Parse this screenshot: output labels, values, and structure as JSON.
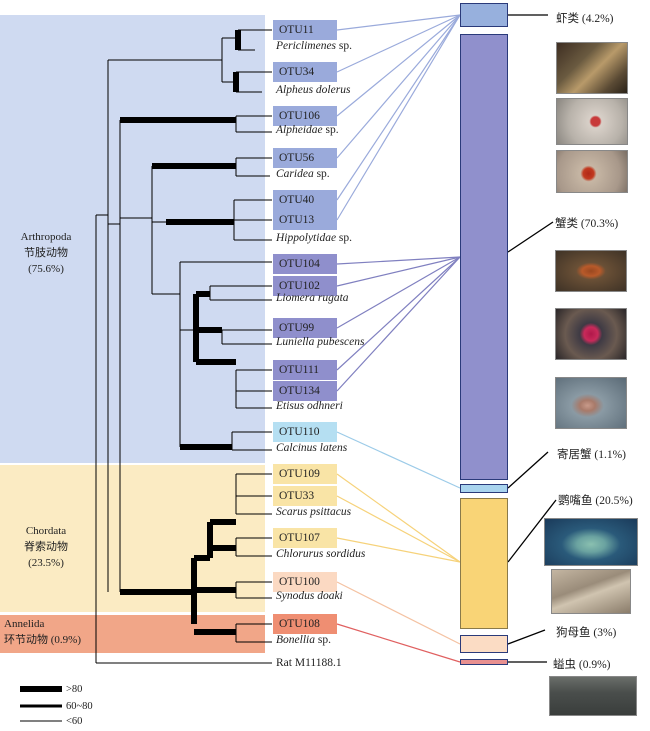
{
  "phyla": [
    {
      "name": "Arthropoda",
      "cn": "节肢动物",
      "pct": "(75.6%)",
      "color": "#cfdaf1"
    },
    {
      "name": "Chordata",
      "cn": "脊索动物",
      "pct": "(23.5%)",
      "color": "#fbebc3"
    },
    {
      "name": "Annelida",
      "cn": "环节动物 (0.9%)",
      "color": "#f1a688"
    }
  ],
  "otus": [
    {
      "id": "OTU11",
      "species": "Periclimenes",
      "suffix": " sp.",
      "color": "#9aaadb"
    },
    {
      "id": "OTU34",
      "species": "Alpheus dolerus",
      "suffix": "",
      "color": "#9aaadb"
    },
    {
      "id": "OTU106",
      "species": "Alpheidae",
      "suffix": " sp.",
      "color": "#9aaadb"
    },
    {
      "id": "OTU56",
      "species": "Caridea",
      "suffix": " sp.",
      "color": "#9aaadb"
    },
    {
      "id": "OTU40",
      "species": "",
      "suffix": "",
      "color": "#9aaadb"
    },
    {
      "id": "OTU13",
      "species": "Hippolytidae",
      "suffix": " sp.",
      "color": "#9aaadb"
    },
    {
      "id": "OTU104",
      "species": "",
      "suffix": "",
      "color": "#8f8fcc"
    },
    {
      "id": "OTU102",
      "species": "Liomera rugata",
      "suffix": "",
      "color": "#8f8fcc"
    },
    {
      "id": "OTU99",
      "species": "Luniella pubescens",
      "suffix": "",
      "color": "#8f8fcc"
    },
    {
      "id": "OTU111",
      "species": "",
      "suffix": "",
      "color": "#8f8fcc"
    },
    {
      "id": "OTU134",
      "species": "Etisus odhneri",
      "suffix": "",
      "color": "#8f8fcc"
    },
    {
      "id": "OTU110",
      "species": "Calcinus latens",
      "suffix": "",
      "color": "#b5dff2"
    },
    {
      "id": "OTU109",
      "species": "",
      "suffix": "",
      "color": "#f9e4a6"
    },
    {
      "id": "OTU33",
      "species": "Scarus psittacus",
      "suffix": "",
      "color": "#f9e4a6"
    },
    {
      "id": "OTU107",
      "species": "Chlorurus sordidus",
      "suffix": "",
      "color": "#f9e4a6"
    },
    {
      "id": "OTU100",
      "species": "Synodus doaki",
      "suffix": "",
      "color": "#fbd9c2"
    },
    {
      "id": "OTU108",
      "species": "Bonellia",
      "suffix": " sp.",
      "color": "#ef8e72"
    }
  ],
  "outgroup": "Rat M11188.1",
  "categories": [
    {
      "label": "虾类 (4.2%)",
      "value": 4.2,
      "color": "#97b0dd"
    },
    {
      "label": "蟹类 (70.3%)",
      "value": 70.3,
      "color": "#9090cc"
    },
    {
      "label": "寄居蟹 (1.1%)",
      "value": 1.1,
      "color": "#a9d4ee"
    },
    {
      "label": "鹦嘴鱼 (20.5%)",
      "value": 20.5,
      "color": "#f9d476"
    },
    {
      "label": "狗母鱼 (3%)",
      "value": 3,
      "color": "#fbdcc4"
    },
    {
      "label": "螠虫 (0.9%)",
      "value": 0.9,
      "color": "#e89090"
    }
  ],
  "bootstrap_legend": [
    ">80",
    "60~80",
    "<60"
  ],
  "photos": [
    "anemone-shrimp-photo",
    "shrimp-photo-2",
    "shrimp-photo-3",
    "crab-photo-1",
    "crab-photo-2",
    "crab-photo-3",
    "parrotfish-photo",
    "lizardfish-photo",
    "spoon-worm-photo"
  ]
}
